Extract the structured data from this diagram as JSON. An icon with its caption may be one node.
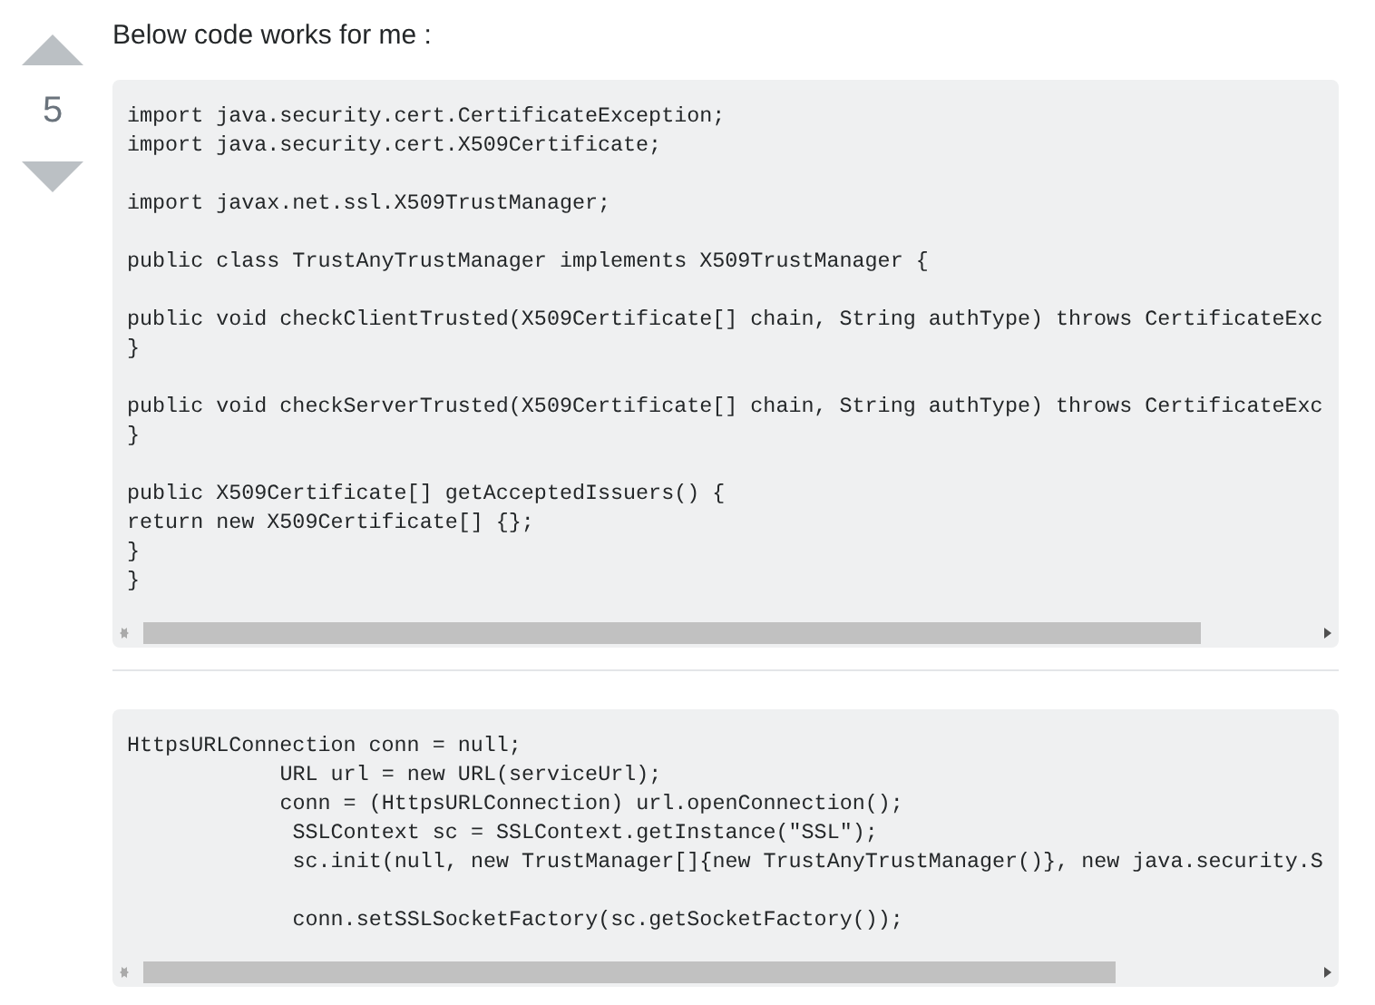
{
  "diagram": {
    "labels": [
      "5",
      "Below code works for me :",
      "import java.security.cert.CertificateException;",
      "import java.security.cert.X509Certificate;",
      "import javax.net.ssl.X509TrustManager;",
      "public class TrustAnyTrustManager implements X509TrustManager {",
      "public void checkClientTrusted(X509Certificate[] chain, String authType) throws CertificateExc",
      "}",
      "public void checkServerTrusted(X509Certificate[] chain, String authType) throws CertificateExc",
      "}",
      "public X509Certificate[] getAcceptedIssuers() {",
      "return new X509Certificate[] {};",
      "}",
      "}",
      "HttpsURLConnection conn = null;",
      "URL url = new URL(serviceUrl);",
      "conn = (HttpsURLConnection) url.openConnection();",
      "SSLContext sc = SSLContext.getInstance(\"SSL\");",
      "sc.init(null, new TrustManager[]{new TrustAnyTrustManager()}, new java.security.S",
      "conn.setSSLSocketFactory(sc.getSocketFactory());"
    ]
  }
}
